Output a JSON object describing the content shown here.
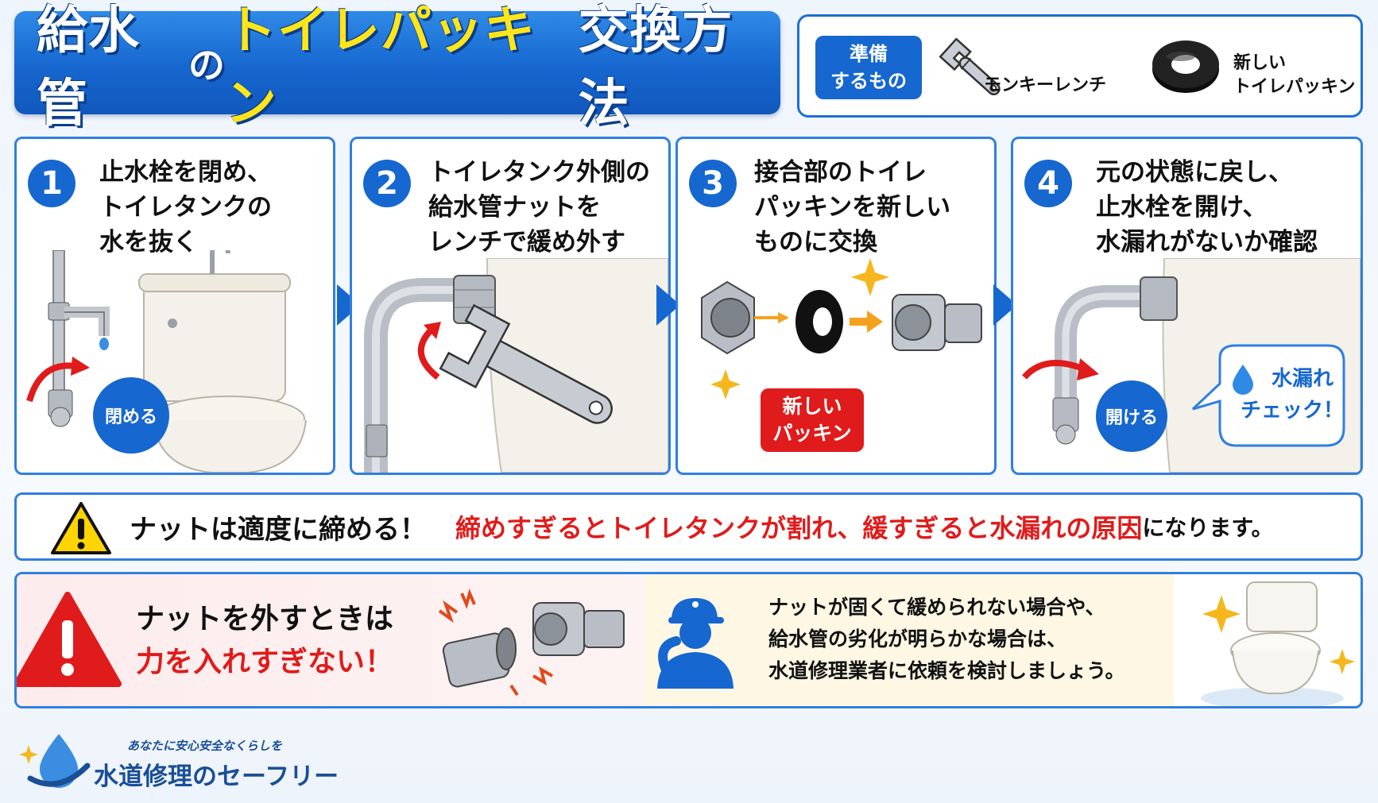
{
  "title": {
    "part1": "給水管",
    "part2": "の",
    "part3": "トイレパッキン",
    "part4": "交換方法"
  },
  "prep": {
    "badge_line1": "準備",
    "badge_line2": "するもの",
    "item1": "モンキーレンチ",
    "item2_line1": "新しい",
    "item2_line2": "トイレパッキン"
  },
  "steps": [
    {
      "num": "1",
      "lines": [
        "止水栓を閉め、",
        "トイレタンクの",
        "水を抜く"
      ],
      "badge": "閉める"
    },
    {
      "num": "2",
      "lines": [
        "トイレタンク外側の",
        "給水管ナットを",
        "レンチで緩め外す"
      ]
    },
    {
      "num": "3",
      "lines": [
        "接合部のトイレ",
        "パッキンを新しい",
        "ものに交換"
      ],
      "badge_line1": "新しい",
      "badge_line2": "パッキン"
    },
    {
      "num": "4",
      "lines": [
        "元の状態に戻し、",
        "止水栓を開け、",
        "水漏れがないか確認"
      ],
      "badge": "開ける",
      "bubble_line1": "水漏れ",
      "bubble_line2": "チェック！"
    }
  ],
  "warning": {
    "main": "ナットは適度に締める！",
    "red": "締めすぎるとトイレタンクが割れ、緩すぎると水漏れの原因",
    "tail": "になります。"
  },
  "caution": {
    "line1": "ナットを外すときは",
    "line2": "力を入れすぎない！"
  },
  "advice": {
    "lines": [
      "ナットが固くて緩められない場合や、",
      "給水管の劣化が明らかな場合は、",
      "水道修理業者に依頼を検討しましょう。"
    ]
  },
  "footer": {
    "tagline": "あなたに安心安全なくらしを",
    "brand": "水道修理のセーフリー"
  },
  "colors": {
    "primary_blue": "#1667cf",
    "accent_yellow": "#ffe51a",
    "warning_red": "#e01b1b",
    "step_arrow": "#1667cf"
  }
}
